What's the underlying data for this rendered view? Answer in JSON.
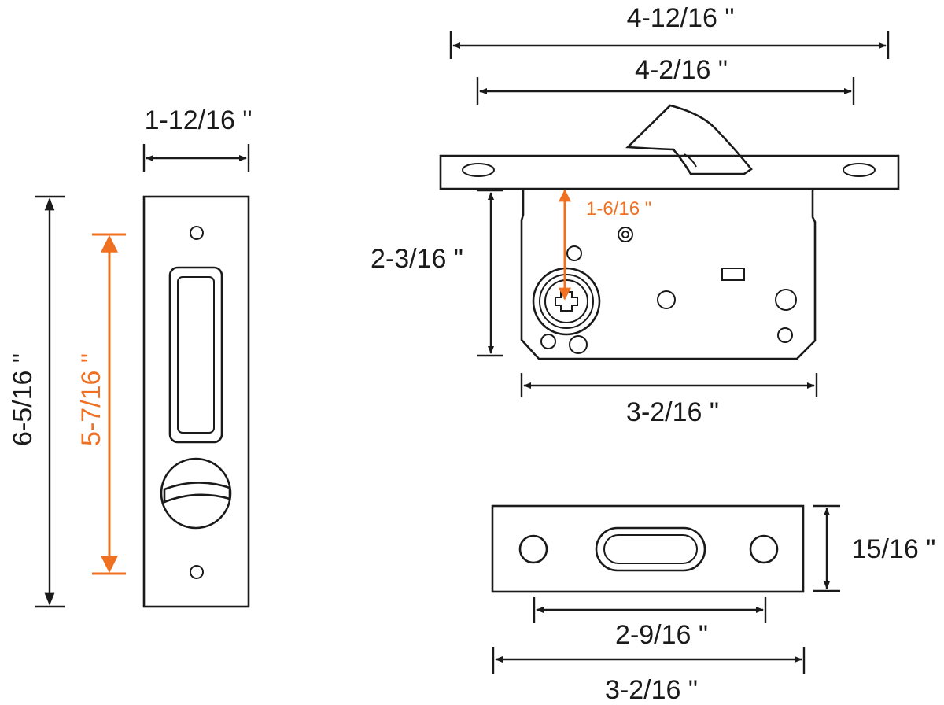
{
  "colors": {
    "line": "#1a1a1a",
    "accent": "#f07022",
    "background": "#ffffff"
  },
  "dimensions": {
    "faceplate_width": "1-12/16 \"",
    "faceplate_height": "6-5/16 \"",
    "pull_height": "5-7/16 \"",
    "latch_total_width": "4-12/16 \"",
    "latch_faceplate_width": "4-2/16 \"",
    "latch_body_height": "2-3/16 \"",
    "backset": "1-6/16 \"",
    "latch_body_width": "3-2/16 \"",
    "strike_height": "15/16 \"",
    "strike_hole_spacing": "2-9/16 \"",
    "strike_width": "3-2/16 \""
  }
}
